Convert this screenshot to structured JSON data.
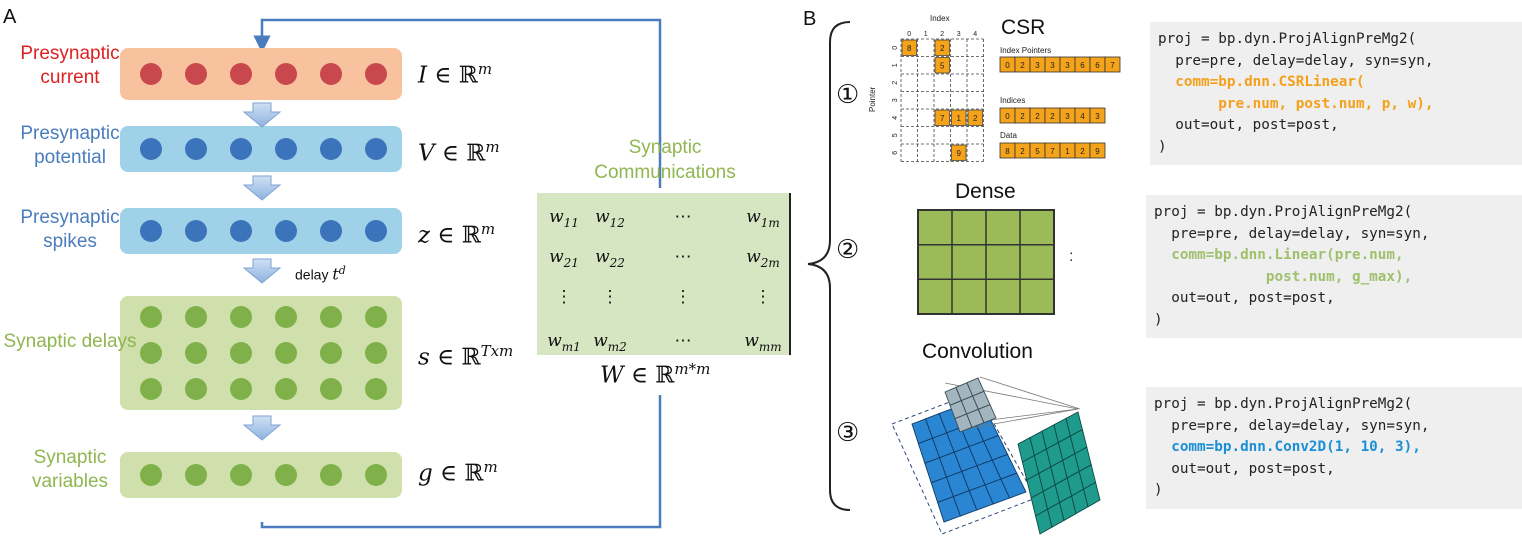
{
  "panel_a": {
    "letter": "A",
    "layers": [
      {
        "label": "Presynaptic current",
        "math_var": "I",
        "math_set": "ℝ",
        "math_sup": "m",
        "color": "#e02020",
        "box": "#f9c29e",
        "dot": "#c8484e"
      },
      {
        "label": "Presynaptic potential",
        "math_var": "V",
        "math_set": "ℝ",
        "math_sup": "m",
        "color": "#4a7cbe",
        "box": "#9fd2e8",
        "dot": "#3c74bc"
      },
      {
        "label": "Presynaptic spikes",
        "math_var": "z",
        "math_set": "ℝ",
        "math_sup": "m",
        "color": "#4a7cbe",
        "box": "#9fd2e8",
        "dot": "#3c74bc"
      },
      {
        "label": "Synaptic delays",
        "math_var": "s",
        "math_set": "ℝ",
        "math_sup": "Txm",
        "color": "#8fb650",
        "box": "#cfe0ad",
        "dot": "#7fb049"
      },
      {
        "label": "Synaptic variables",
        "math_var": "g",
        "math_set": "ℝ",
        "math_sup": "m",
        "color": "#8fb650",
        "box": "#cfe0ad",
        "dot": "#7fb049"
      }
    ],
    "delay_text": "delay",
    "delay_var": "t",
    "delay_sup": "d",
    "comm_title": "Synaptic Communications",
    "matrix": [
      [
        "w11",
        "w12",
        "⋯",
        "w1m"
      ],
      [
        "w21",
        "w22",
        "⋯",
        "w2m"
      ],
      [
        "⋮",
        "⋮",
        "⋮",
        "⋮"
      ],
      [
        "wm1",
        "wm2",
        "⋯",
        "wmm"
      ]
    ],
    "w_var": "W",
    "w_set": "ℝ",
    "w_sup": "m*m"
  },
  "panel_b": {
    "letter": "B",
    "options": [
      {
        "number": "①",
        "title": "CSR"
      },
      {
        "number": "②",
        "title": "Dense"
      },
      {
        "number": "③",
        "title": "Convolution"
      }
    ],
    "csr": {
      "index_label": "Index",
      "pointer_label": "Pointer",
      "col_index": [
        "0",
        "1",
        "2",
        "3",
        "4"
      ],
      "row_index": [
        "0",
        "1",
        "2",
        "3",
        "4",
        "5",
        "6"
      ],
      "cell_values": [
        "8",
        "2",
        "5",
        "7",
        "1",
        "2",
        "9"
      ],
      "pointers_label": "Index Pointers",
      "pointers": [
        "0",
        "2",
        "3",
        "3",
        "3",
        "6",
        "6",
        "7"
      ],
      "indices_label": "Indices",
      "indices": [
        "0",
        "2",
        "2",
        "2",
        "3",
        "4",
        "3"
      ],
      "data_label": "Data",
      "data": [
        "8",
        "2",
        "5",
        "7",
        "1",
        "2",
        "9"
      ],
      "accent": "#f5a31a"
    },
    "dense_colon": ":",
    "code_blocks": [
      {
        "lines": [
          "proj = bp.dyn.ProjAlignPreMg2(",
          "  pre=pre, delay=delay, syn=syn,"
        ],
        "hl": [
          "  comm=bp.dnn.CSRLinear(",
          "       pre.num, post.num, p, w),"
        ],
        "tail": [
          "  out=out, post=post,",
          ")"
        ],
        "hl_color": "#f5a01a"
      },
      {
        "lines": [
          "proj = bp.dyn.ProjAlignPreMg2(",
          "  pre=pre, delay=delay, syn=syn,"
        ],
        "hl": [
          "  comm=bp.dnn.Linear(pre.num,",
          "             post.num, g_max),"
        ],
        "tail": [
          "  out=out, post=post,",
          ")"
        ],
        "hl_color": "#9fc06c"
      },
      {
        "lines": [
          "proj = bp.dyn.ProjAlignPreMg2(",
          "  pre=pre, delay=delay, syn=syn,"
        ],
        "hl": [
          "  comm=bp.dnn.Conv2D(1, 10, 3),"
        ],
        "tail": [
          "  out=out, post=post,",
          ")"
        ],
        "hl_color": "#1a8fd6"
      }
    ]
  }
}
